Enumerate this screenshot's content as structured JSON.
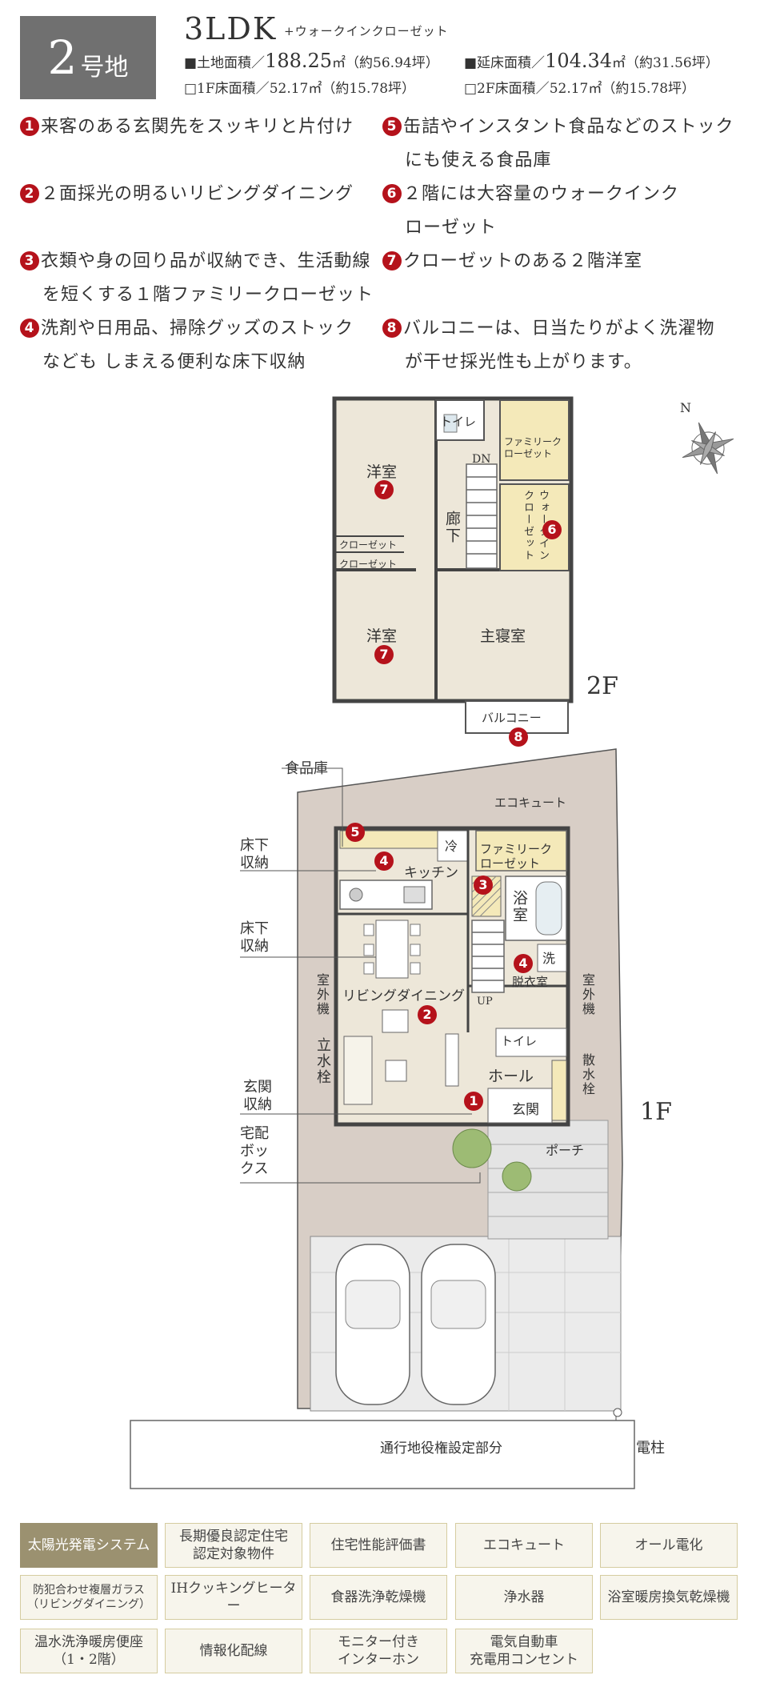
{
  "header": {
    "lot_number": "2",
    "lot_suffix": "号地",
    "plan_type": "3LDK",
    "plan_type_sub": "+ウォークインクローゼット",
    "specs": [
      {
        "label": "■土地面積／",
        "value": "188.25",
        "unit": "㎡（約56.94坪）"
      },
      {
        "label": "■延床面積／",
        "value": "104.34",
        "unit": "㎡（約31.56坪）"
      },
      {
        "label": "□1F床面積／",
        "value": "52.17",
        "unit": "㎡（約15.78坪）"
      },
      {
        "label": "□2F床面積／",
        "value": "52.17",
        "unit": "㎡（約15.78坪）"
      }
    ]
  },
  "features": [
    {
      "num": "1",
      "lines": [
        "来客のある玄関先をスッキリと片付け"
      ]
    },
    {
      "num": "2",
      "lines": [
        "２面採光の明るいリビングダイニング"
      ]
    },
    {
      "num": "3",
      "lines": [
        "衣類や身の回り品が収納でき、生活動線",
        "を短くする１階ファミリークローゼット"
      ]
    },
    {
      "num": "4",
      "lines": [
        "洗剤や日用品、掃除グッズのストック",
        "なども しまえる便利な床下収納"
      ]
    },
    {
      "num": "5",
      "lines": [
        "缶詰やインスタント食品などのストック",
        "にも使える食品庫"
      ]
    },
    {
      "num": "6",
      "lines": [
        "２階には大容量のウォークインク",
        "ローゼット"
      ]
    },
    {
      "num": "7",
      "lines": [
        "クローゼットのある２階洋室"
      ]
    },
    {
      "num": "8",
      "lines": [
        "バルコニーは、日当たりがよく洗濯物",
        "が干せ採光性も上がります。"
      ]
    }
  ],
  "compass": "N",
  "floor2": {
    "floor_label": "2F",
    "room_western1": "洋室",
    "room_western2": "洋室",
    "room_master": "主寝室",
    "toilet": "トイレ",
    "family_closet": "ファミリークローゼット",
    "walk_in": "ウォークインクローゼット",
    "dn": "DN",
    "hallway": "廊下",
    "closet1": "クローゼット",
    "closet2": "クローゼット",
    "balcony": "バルコニー",
    "badges": {
      "w1": "7",
      "w2": "7",
      "wic": "6",
      "bal": "8"
    }
  },
  "floor1": {
    "floor_label": "1F",
    "pantry": "食品庫",
    "underfloor1": "床下収納",
    "underfloor2": "床下収納",
    "entrance_storage": "玄関収納",
    "delivery_box": "宅配ボックス",
    "ecocute": "エコキュート",
    "fridge": "冷",
    "family_closet": "ファミリークローゼット",
    "kitchen": "キッチン",
    "bath": "浴室",
    "wash": "洗",
    "dressing": "脱衣室",
    "living": "リビングダイニング",
    "up": "UP",
    "outdoor_unit1": "室外機",
    "outdoor_unit2": "室外機",
    "water_post": "立水栓",
    "sprinkler": "散水栓",
    "toilet": "トイレ",
    "hall": "ホール",
    "genkan": "玄関",
    "porch": "ポーチ",
    "right_of_way": "通行地役権設定部分",
    "pole": "電柱",
    "badges": {
      "pantry": "5",
      "uf1": "4",
      "fc": "3",
      "uf2": "4",
      "ld": "2",
      "gk": "1"
    }
  },
  "equipment": [
    {
      "label": "太陽光発電システム",
      "active": true
    },
    {
      "label": "長期優良認定住宅\n認定対象物件",
      "active": false
    },
    {
      "label": "住宅性能評価書",
      "active": false
    },
    {
      "label": "エコキュート",
      "active": false
    },
    {
      "label": "オール電化",
      "active": false
    },
    {
      "label": "防犯合わせ複層ガラス\n（リビングダイニング）",
      "active": false,
      "small": true
    },
    {
      "label": "IHクッキングヒーター",
      "active": false
    },
    {
      "label": "食器洗浄乾燥機",
      "active": false
    },
    {
      "label": "浄水器",
      "active": false
    },
    {
      "label": "浴室暖房換気乾燥機",
      "active": false
    },
    {
      "label": "温水洗浄暖房便座\n（1・2階）",
      "active": false
    },
    {
      "label": "情報化配線",
      "active": false
    },
    {
      "label": "モニター付き\nインターホン",
      "active": false
    },
    {
      "label": "電気自動車\n充電用コンセント",
      "active": false
    }
  ]
}
